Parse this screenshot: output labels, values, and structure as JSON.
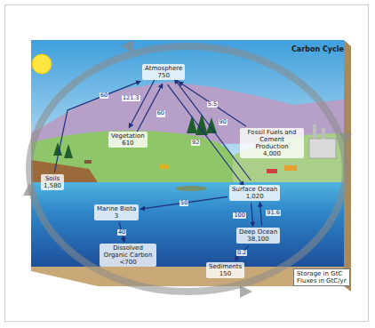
{
  "diagram": {
    "title": "Carbon Cycle",
    "nodes": [
      {
        "text": [
          "Atmosphere",
          "750"
        ]
      },
      {
        "text": [
          "Vegetation",
          "610"
        ]
      },
      {
        "text": [
          "Soils",
          "1,580"
        ]
      },
      {
        "text": [
          "Fossil Fuels and Cement Production",
          "4,000"
        ]
      },
      {
        "text": [
          "Surface Ocean",
          "1,020"
        ]
      },
      {
        "text": [
          "Marine Biota",
          "3"
        ]
      },
      {
        "text": [
          "Dissolved Organic Carbon",
          "<700"
        ]
      },
      {
        "text": [
          "Deep Ocean",
          "38,100"
        ]
      },
      {
        "text": [
          "Sediments",
          "150"
        ]
      },
      {
        "text": [
          "Storage in GtC",
          "Fluxes in GtC/yr"
        ]
      }
    ],
    "edges": [
      {
        "from": 0,
        "to": 1,
        "label": "121.3",
        "arrow": "to"
      },
      {
        "from": 1,
        "to": 0,
        "label": "60",
        "arrow": "to"
      },
      {
        "from": 2,
        "to": 0,
        "label": "60",
        "arrow": "to"
      },
      {
        "from": 3,
        "to": 0,
        "label": "5.5",
        "arrow": "to"
      },
      {
        "from": 0,
        "to": 4,
        "label": "92",
        "arrow": "to"
      },
      {
        "from": 4,
        "to": 0,
        "label": "90",
        "arrow": "to"
      },
      {
        "from": 4,
        "to": 5,
        "label": "50",
        "arrow": "to"
      },
      {
        "from": 5,
        "to": 6,
        "label": "40",
        "arrow": "to"
      },
      {
        "from": 4,
        "to": 7,
        "label": "100",
        "arrow": "to"
      },
      {
        "from": 7,
        "to": 4,
        "label": "91.6",
        "arrow": "to"
      },
      {
        "from": 7,
        "to": 8,
        "label": "0.2",
        "arrow": "to"
      }
    ]
  }
}
